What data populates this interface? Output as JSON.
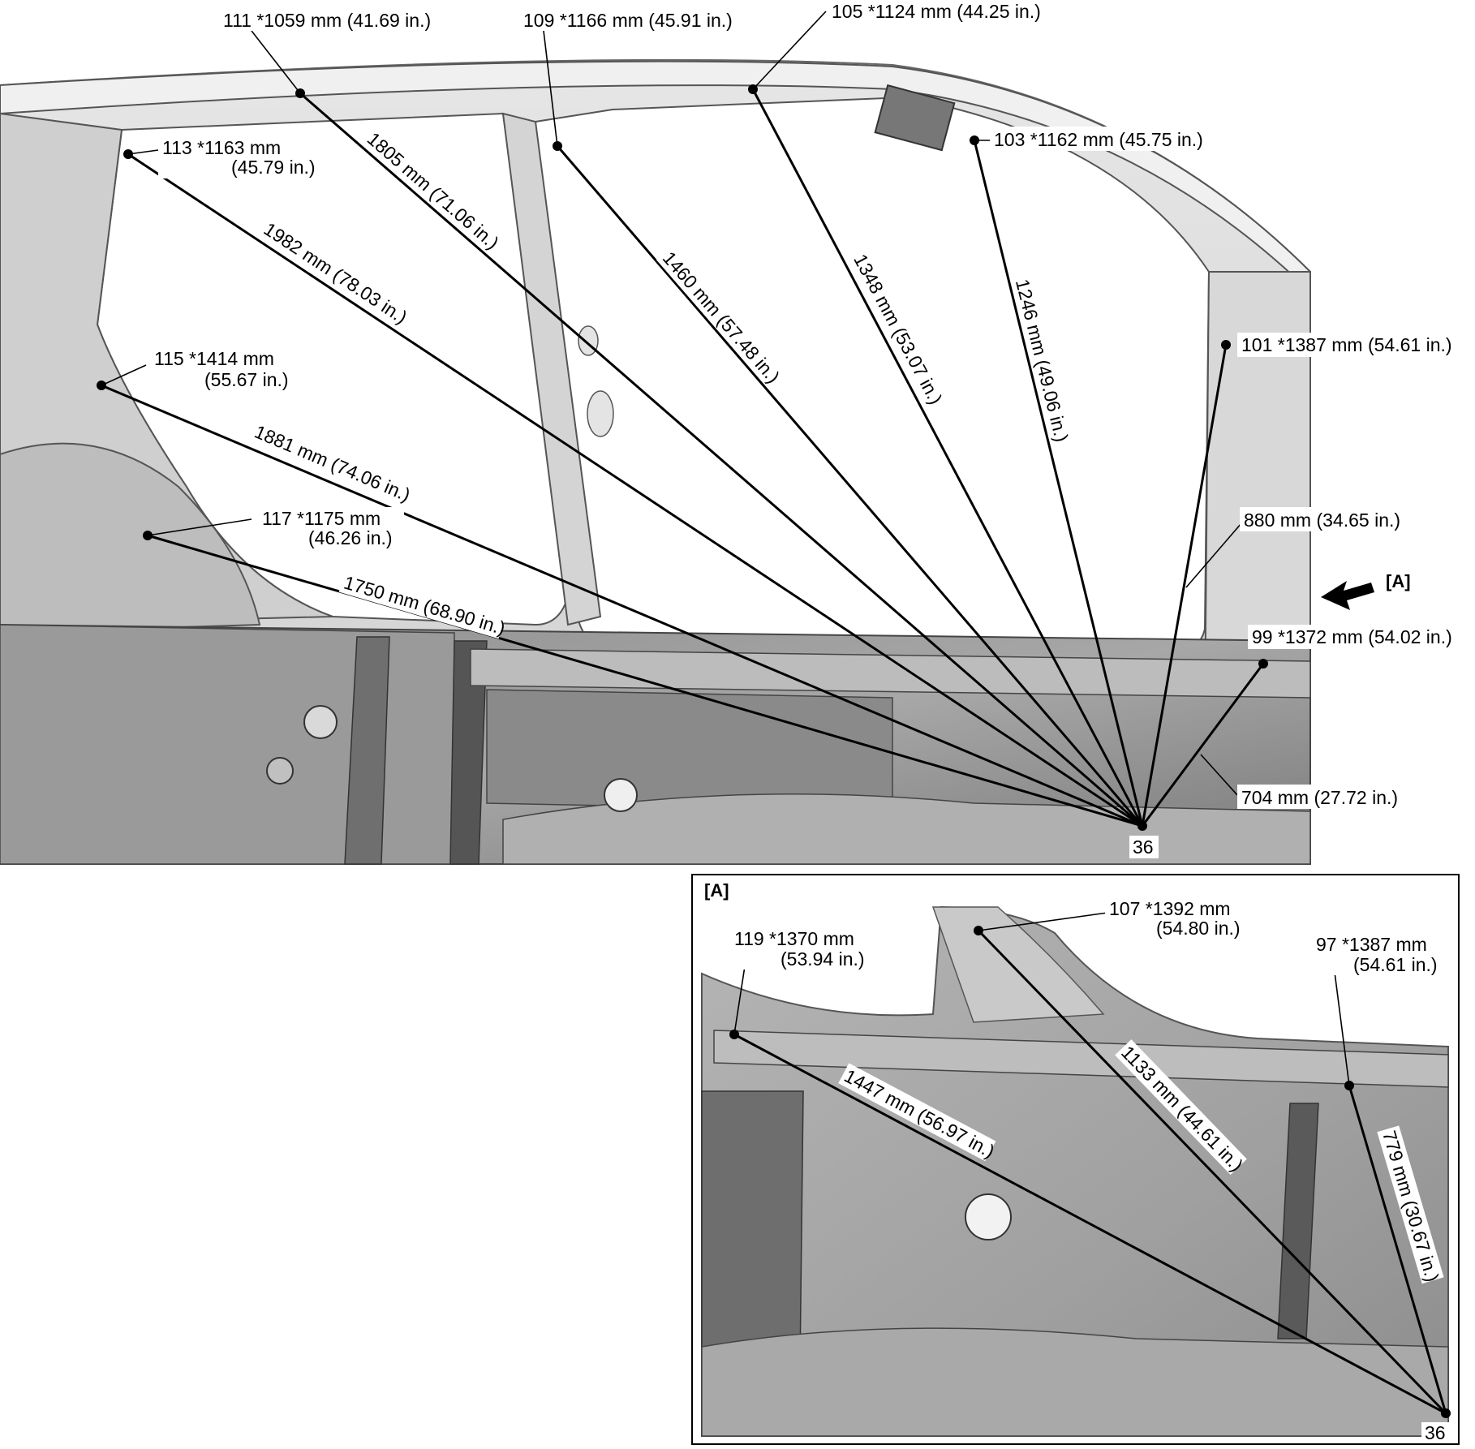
{
  "main_view": {
    "points": {
      "p111": {
        "label": "111 *1059 mm (41.69 in.)"
      },
      "p109": {
        "label": "109 *1166 mm (45.91 in.)"
      },
      "p105": {
        "label": "105 *1124 mm (44.25 in.)"
      },
      "p103": {
        "label": "103 *1162 mm (45.75 in.)"
      },
      "p113": {
        "line1": "113 *1163 mm",
        "line2": "(45.79 in.)"
      },
      "p115": {
        "line1": "115 *1414 mm",
        "line2": "(55.67 in.)"
      },
      "p117": {
        "line1": "117 *1175 mm",
        "line2": "(46.26 in.)"
      },
      "p101": {
        "label": "101 *1387 mm (54.61 in.)"
      },
      "p99": {
        "label": "99 *1372 mm (54.02 in.)"
      },
      "p36": {
        "label": "36"
      }
    },
    "measurements": {
      "m1805": "1805 mm (71.06 in.)",
      "m1982": "1982 mm (78.03 in.)",
      "m1460": "1460 mm (57.48 in.)",
      "m1348": "1348 mm (53.07 in.)",
      "m1246": "1246 mm (49.06 in.)",
      "m1881": "1881 mm (74.06 in.)",
      "m1750": "1750 mm (68.90 in.)",
      "m880": "880 mm (34.65 in.)",
      "m704": "704 mm (27.72 in.)"
    },
    "view_arrow_label": "[A]"
  },
  "inset_a": {
    "title": "[A]",
    "points": {
      "p119": {
        "line1": "119 *1370 mm",
        "line2": "(53.94 in.)"
      },
      "p107": {
        "line1": "107 *1392 mm",
        "line2": "(54.80 in.)"
      },
      "p97": {
        "line1": "97 *1387 mm",
        "line2": "(54.61 in.)"
      },
      "p36": {
        "label": "36"
      }
    },
    "measurements": {
      "m1447": "1447 mm (56.97 in.)",
      "m1133": "1133 mm (44.61 in.)",
      "m779": "779 mm (30.67 in.)"
    }
  }
}
